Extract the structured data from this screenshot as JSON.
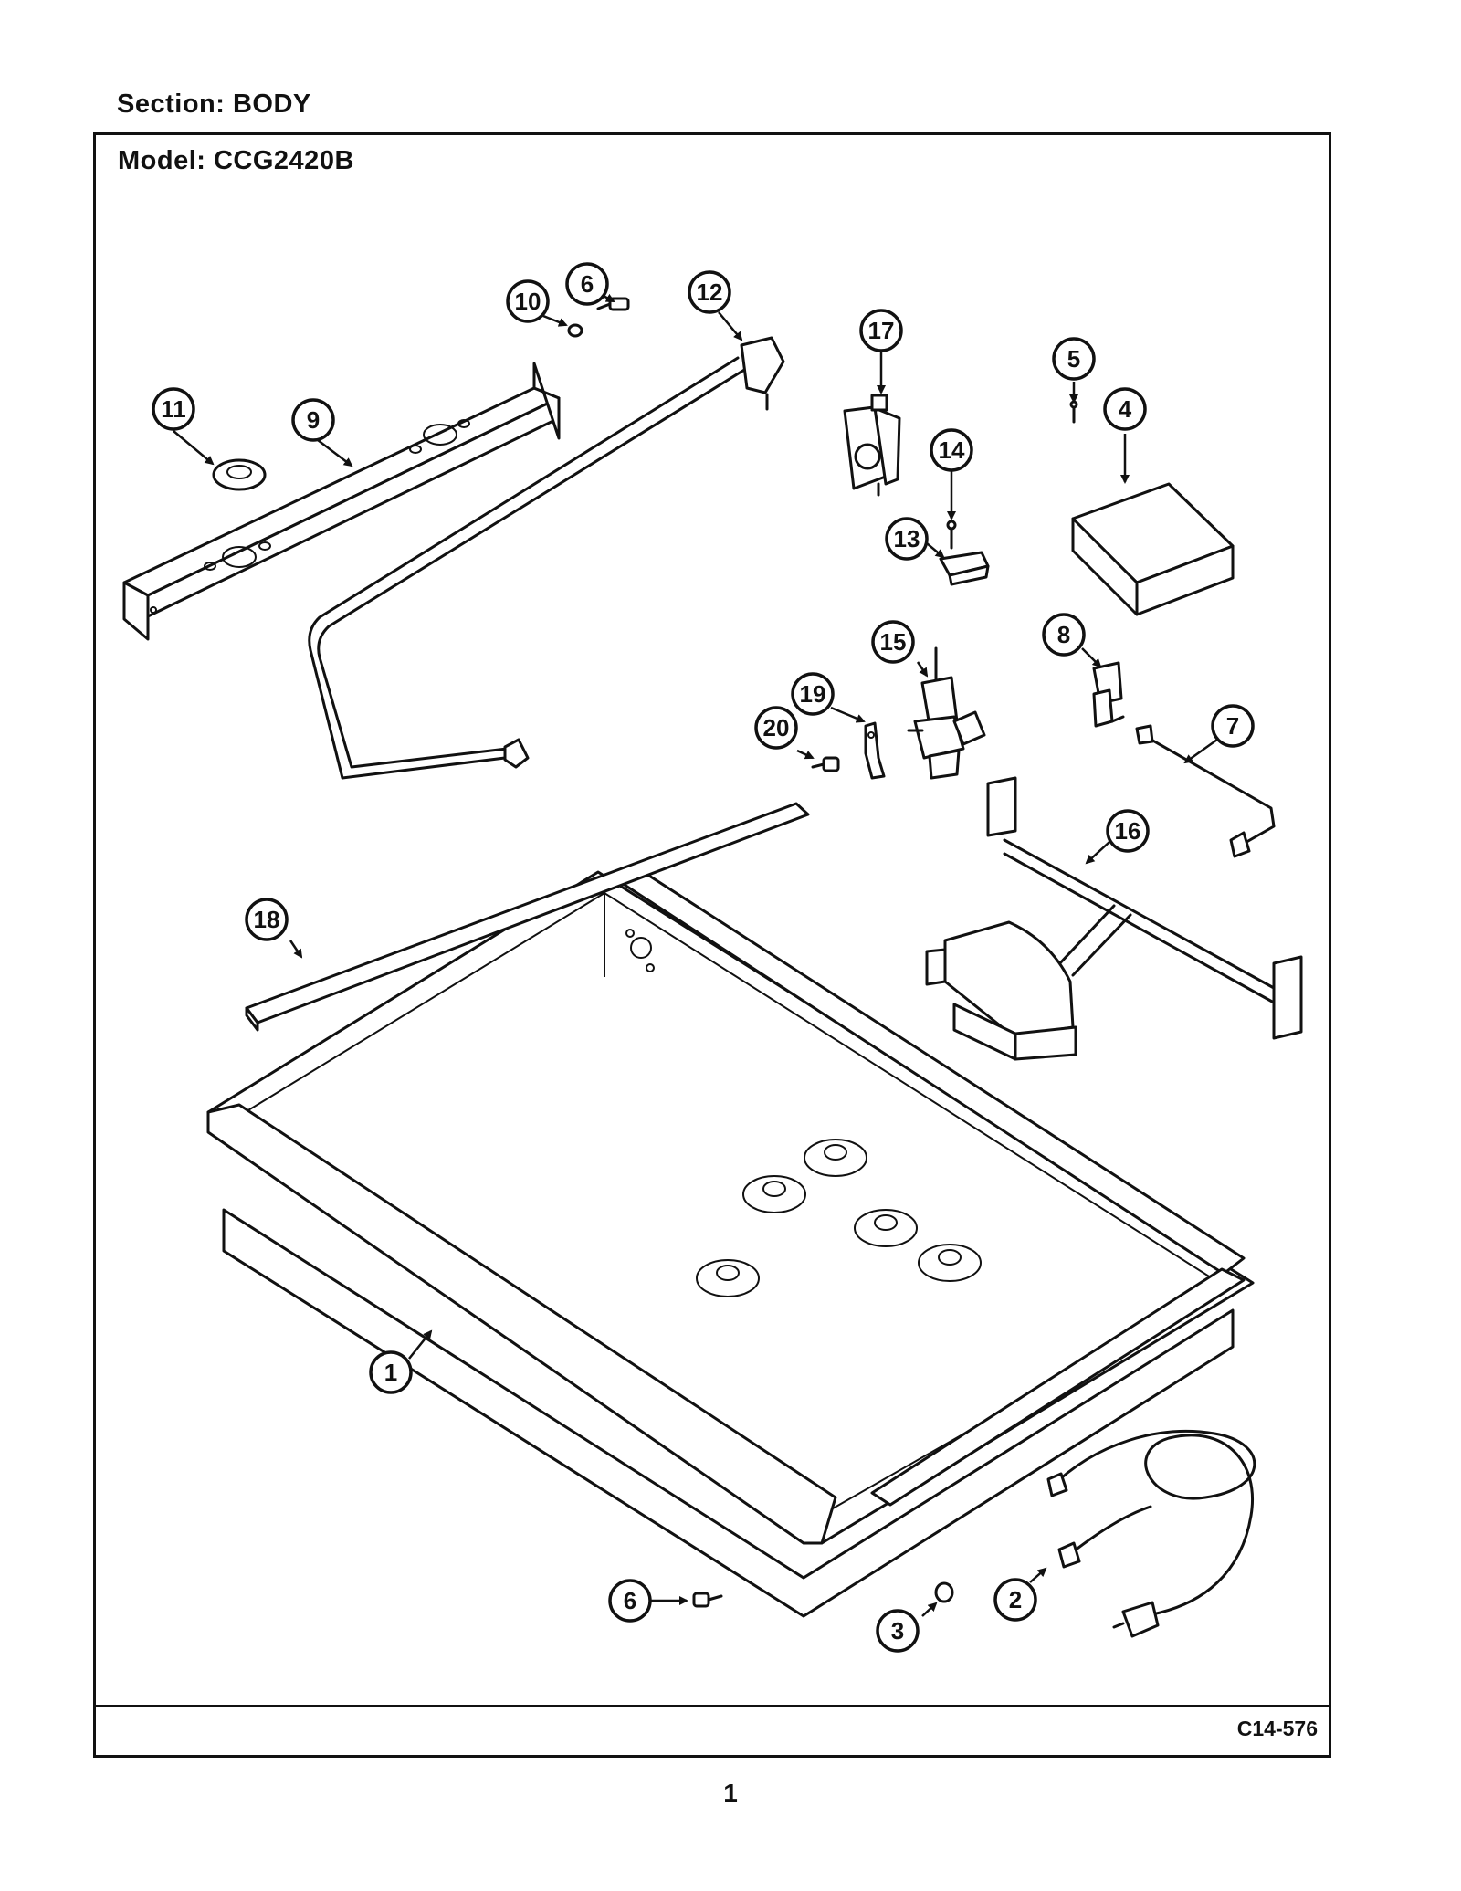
{
  "header": {
    "section": "Section:  BODY"
  },
  "frame": {
    "model": "Model:  CCG2420B",
    "drawing_code": "C14-576"
  },
  "footer": {
    "page_number": "1"
  },
  "callouts": [
    "1",
    "2",
    "3",
    "4",
    "5",
    "6",
    "6",
    "7",
    "8",
    "9",
    "10",
    "11",
    "12",
    "13",
    "14",
    "15",
    "16",
    "17",
    "18",
    "19",
    "20"
  ]
}
